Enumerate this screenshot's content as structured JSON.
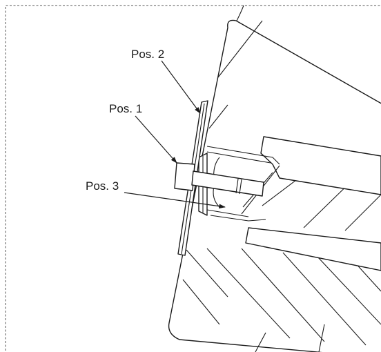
{
  "labels": {
    "pos1": "Pos. 1",
    "pos2": "Pos. 2",
    "pos3": "Pos. 3"
  },
  "colors": {
    "line": "#1a1a1a",
    "frame": "#555555",
    "background": "#ffffff"
  }
}
